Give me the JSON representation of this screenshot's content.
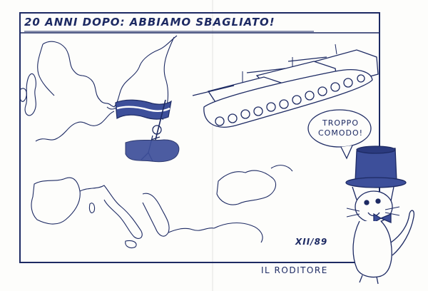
{
  "cartoon": {
    "title": "20 ANNI DOPO: ABBIAMO SBAGLIATO!",
    "speech_bubble": "TROPPO\nCOMODO!",
    "date": "XII/89",
    "signature": "IL RODITORE"
  },
  "colors": {
    "ink": "#1d2a63",
    "paper": "#fdfdfb",
    "fill": "#3d4f9a"
  },
  "icons": [
    "tank-icon",
    "flag-icon",
    "cat-icon",
    "top-hat-icon"
  ]
}
